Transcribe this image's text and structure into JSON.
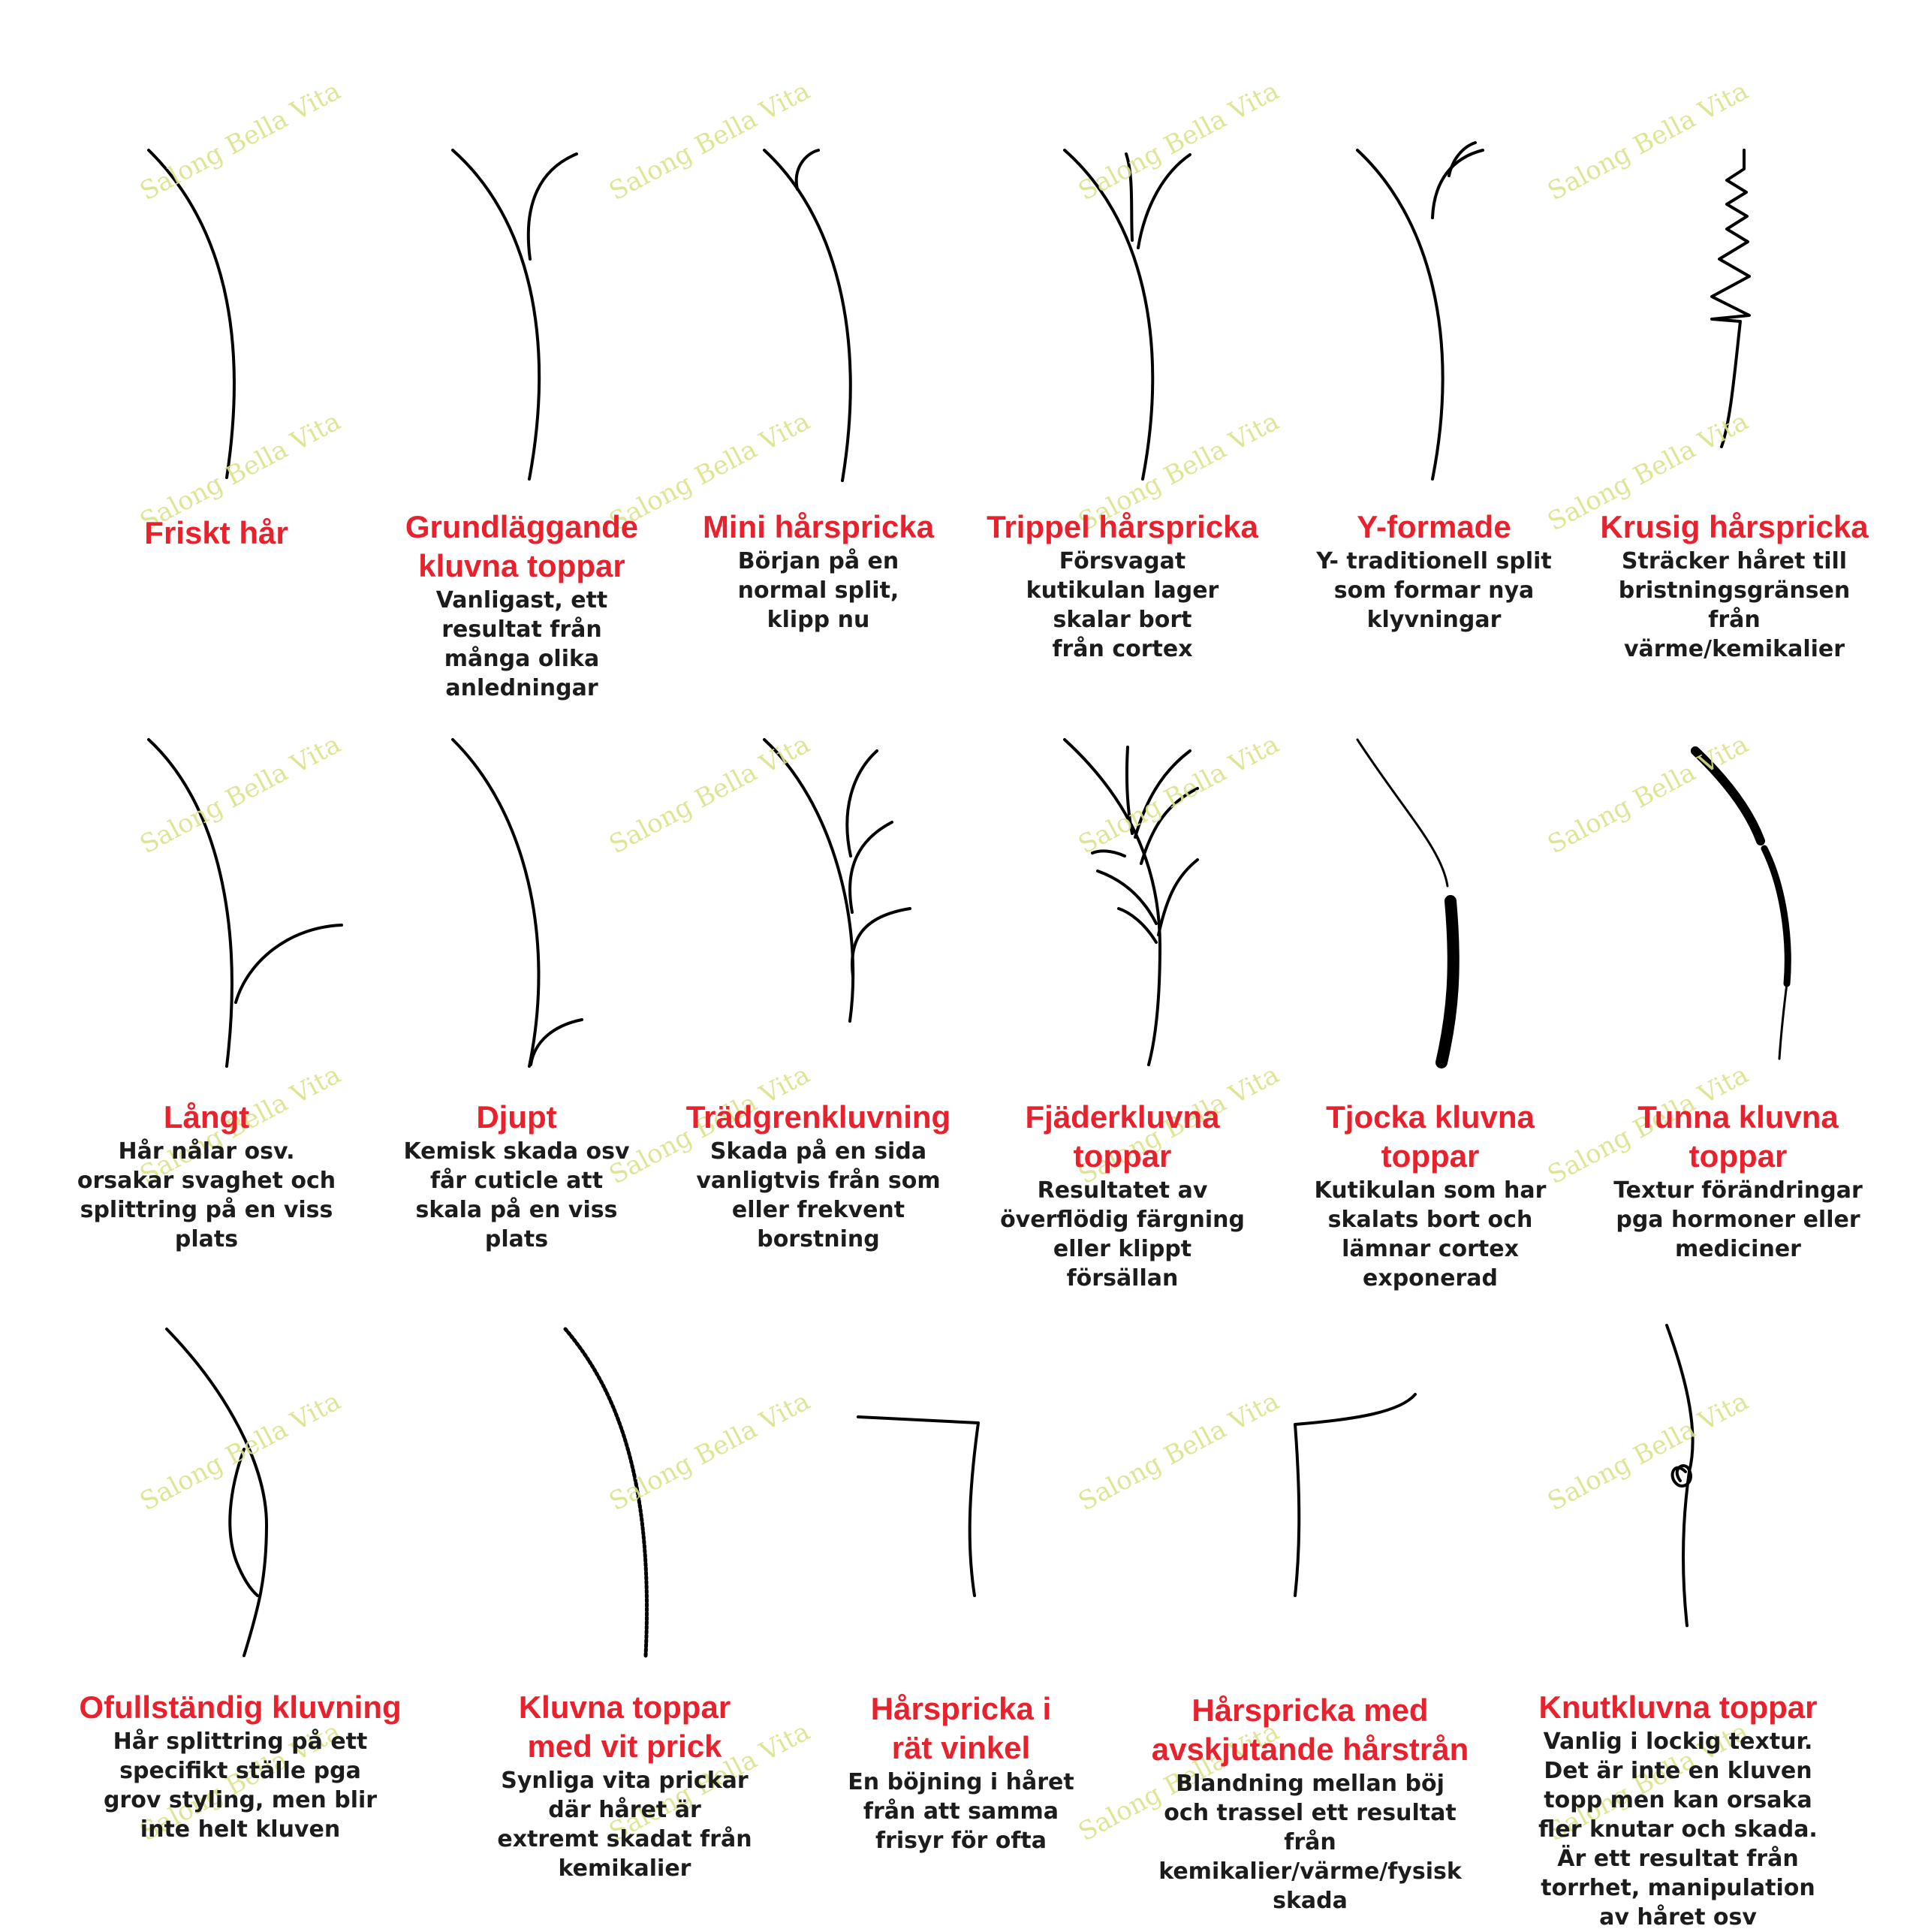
{
  "watermark": "Salong Bella Vita",
  "colors": {
    "title": "#e8212d",
    "text": "#1c1c1c",
    "stroke": "#000000",
    "watermark": "#dde38a"
  },
  "items": [
    {
      "title": "Friskt hår",
      "desc": ""
    },
    {
      "title": "Grundläggande kluvna toppar",
      "desc": "Vanligast, ett resultat från många olika anledningar"
    },
    {
      "title": "Mini hårspricka",
      "desc": "Början på en normal split, klipp nu"
    },
    {
      "title": "Trippel hårspricka",
      "desc": "Försvagat kutikulan lager skalar bort från cortex"
    },
    {
      "title": "Y-formade",
      "desc": "Y- traditionell split som formar nya klyvningar"
    },
    {
      "title": "Krusig hårspricka",
      "desc": "Sträcker håret till bristningsgränsen från värme/kemikalier"
    },
    {
      "title": "Långt",
      "desc": "Hår nålar osv. orsakar svaghet och splittring på en viss plats"
    },
    {
      "title": "Djupt",
      "desc": "Kemisk skada osv får cuticle att skala på en viss plats"
    },
    {
      "title": "Trädgrenkluvning",
      "desc": "Skada på en sida vanligtvis från som eller frekvent borstning"
    },
    {
      "title": "Fjäderkluvna toppar",
      "desc": "Resultatet av överflödig färgning eller klippt försällan"
    },
    {
      "title": "Tjocka kluvna toppar",
      "desc": "Kutikulan som har skalats bort och lämnar cortex exponerad"
    },
    {
      "title": "Tunna kluvna toppar",
      "desc": "Textur förändringar pga hormoner eller mediciner"
    },
    {
      "title": "Ofullständig kluvning",
      "desc": "Hår splittring på ett specifikt ställe pga grov styling, men blir inte helt kluven"
    },
    {
      "title": "Kluvna toppar med vit prick",
      "desc": "Synliga vita prickar där håret är extremt skadat från kemikalier"
    },
    {
      "title": "Hårspricka i rät vinkel",
      "desc": "En böjning i håret från att samma frisyr för ofta"
    },
    {
      "title": "Hårspricka med avskjutande hårstrån",
      "desc": "Blandning mellan böj och trassel ett resultat från kemikalier/värme/fysisk skada"
    },
    {
      "title": "Knutkluvna toppar",
      "desc": "Vanlig i lockig textur. Det är inte en kluven topp men kan orsaka fler knutar och skada. Är ett resultat från torrhet, manipulation av håret osv"
    }
  ]
}
